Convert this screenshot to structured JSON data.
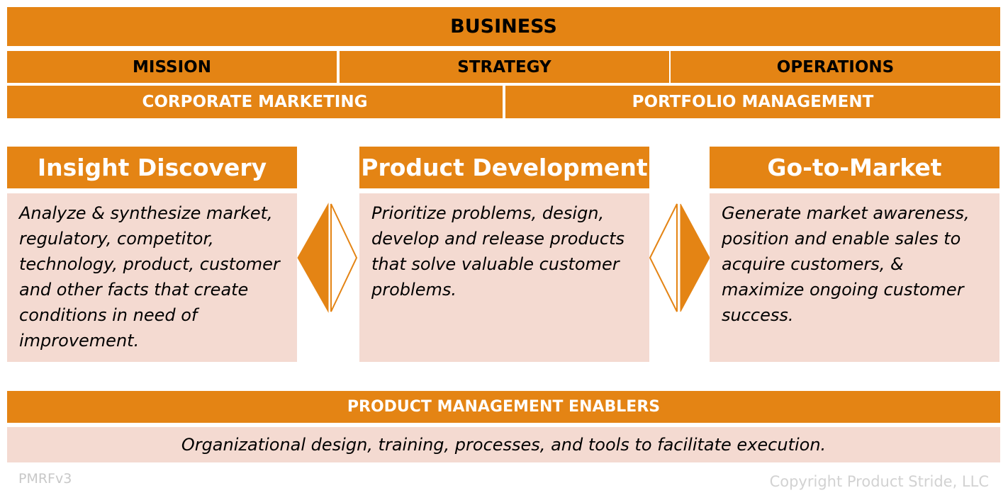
{
  "business": {
    "title": "BUSINESS",
    "pillars": [
      "MISSION",
      "STRATEGY",
      "OPERATIONS"
    ],
    "functions": [
      "CORPORATE MARKETING",
      "PORTFOLIO MANAGEMENT"
    ]
  },
  "stages": [
    {
      "title": "Insight Discovery",
      "description": "Analyze & synthesize market, regulatory, competitor, technology, product, customer and other facts that create conditions in need of improvement."
    },
    {
      "title": "Product Development",
      "description": "Prioritize problems, design, develop and release products that solve valuable customer problems."
    },
    {
      "title": "Go-to-Market",
      "description": "Generate market awareness, position and enable sales to acquire customers, & maximize ongoing customer success."
    }
  ],
  "enablers": {
    "title": "PRODUCT MANAGEMENT ENABLERS",
    "description": "Organizational design, training, processes, and tools to facilitate execution."
  },
  "footer": {
    "version": "PMRFv3",
    "copyright": "Copyright Product Stride, LLC"
  },
  "colors": {
    "accent": "#e48414",
    "panel": "#f4dad1",
    "header_text_dark": "#000000",
    "header_text_light": "#ffffff"
  }
}
